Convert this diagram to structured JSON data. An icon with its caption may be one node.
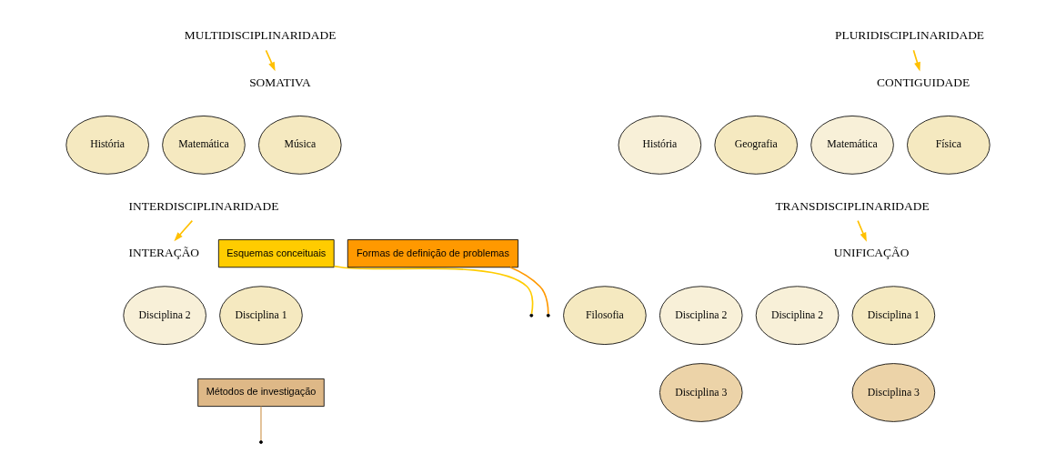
{
  "diagram": {
    "nodes": [
      {
        "text": [
          "MULTIDISCIPLINARIDADE"
        ]
      },
      {
        "text": [
          "SOMATIVA"
        ]
      },
      {
        "text": [
          "Música"
        ]
      },
      {
        "text": [
          "Matemática"
        ]
      },
      {
        "text": [
          "História"
        ]
      },
      {
        "text": [
          "PLURIDISCIPLINARIDADE"
        ]
      },
      {
        "text": [
          "CONTIGUIDADE"
        ]
      },
      {
        "text": [
          "Física"
        ]
      },
      {
        "text": [
          "Matemática"
        ]
      },
      {
        "text": [
          "Geografia"
        ]
      },
      {
        "text": [
          "História"
        ]
      },
      {
        "text": [
          "INTERDISCIPLINARIDADE"
        ]
      },
      {
        "text": [
          "INTERAÇÃO"
        ]
      },
      {
        "text": [
          "Esquemas conceituais"
        ]
      },
      {
        "text": [
          "Formas de definição de problemas"
        ]
      },
      {
        "text": [
          "Disciplina 1"
        ]
      },
      {
        "text": [
          "Disciplina 2"
        ]
      },
      {
        "text": [
          "Métodos de investigação"
        ]
      },
      {
        "text": [
          "TRANSDISCIPLINARIDADE"
        ]
      },
      {
        "text": [
          "UNIFICAÇÃO"
        ]
      },
      {
        "text": [
          "Disciplina 1"
        ]
      },
      {
        "text": [
          "Disciplina 2"
        ]
      },
      {
        "text": [
          "Disciplina 3"
        ]
      },
      {
        "text": [
          "Disciplina 2"
        ]
      },
      {
        "text": [
          "Disciplina 3"
        ]
      },
      {
        "text": [
          "Filosofia"
        ]
      }
    ],
    "edges": [
      {
        "from": 0,
        "to": 1,
        "arrow": "to"
      },
      {
        "from": 5,
        "to": 6,
        "arrow": "to"
      },
      {
        "from": 11,
        "to": 12,
        "arrow": "to"
      },
      {
        "from": 13,
        "to": null,
        "arrow": "none",
        "color": "#ffcc00"
      },
      {
        "from": 14,
        "to": null,
        "arrow": "none",
        "color": "#ff9900"
      },
      {
        "from": 17,
        "to": null,
        "arrow": "none",
        "color": "#deb887"
      },
      {
        "from": 18,
        "to": 19,
        "arrow": "to"
      }
    ]
  }
}
